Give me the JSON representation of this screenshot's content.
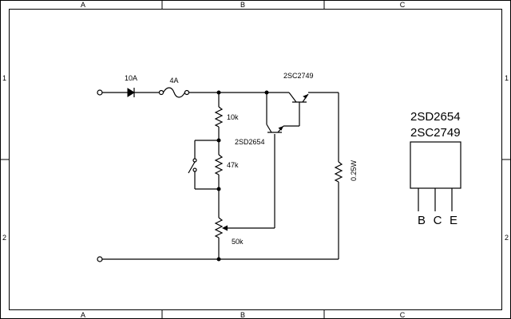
{
  "frame": {
    "columns": [
      "A",
      "B",
      "C"
    ],
    "rows": [
      "1",
      "2"
    ]
  },
  "components": {
    "diode_label": "10A",
    "fuse_label": "4A",
    "r1_label": "10k",
    "r2_label": "47k",
    "pot_label": "50k",
    "load_label": "0.25W",
    "q1_label": "2SD2654",
    "q2_label": "2SC2749"
  },
  "package": {
    "line1": "2SD2654",
    "line2": "2SC2749",
    "pins": [
      "B",
      "C",
      "E"
    ]
  }
}
